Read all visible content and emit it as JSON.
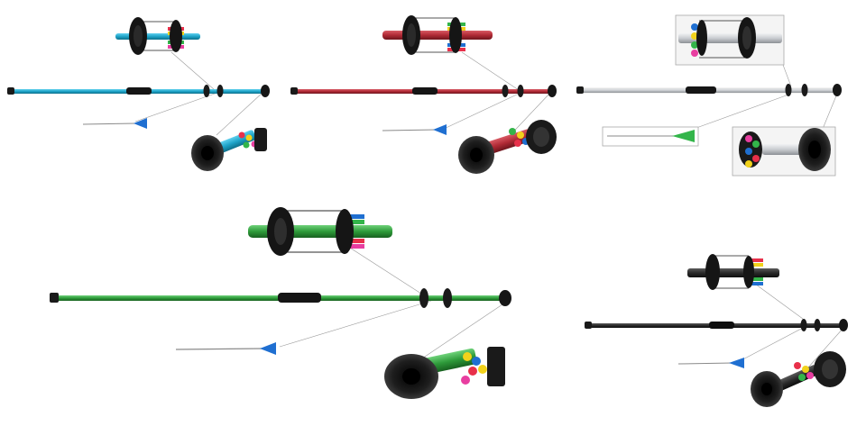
{
  "products": [
    {
      "name": "blowgun-cyan",
      "color": "#1ea3c8",
      "color_dark": "#0d6f8a"
    },
    {
      "name": "blowgun-red",
      "color": "#b02a35",
      "color_dark": "#6e151d"
    },
    {
      "name": "blowgun-silver",
      "color": "#c9ccd0",
      "color_dark": "#8c9095"
    },
    {
      "name": "blowgun-green",
      "color": "#2e9a3a",
      "color_dark": "#17611f"
    },
    {
      "name": "blowgun-black",
      "color": "#2a2a2a",
      "color_dark": "#0d0d0d"
    }
  ],
  "dart_colors": [
    "#e8304a",
    "#f2d21b",
    "#33b54a",
    "#1f6fd1",
    "#e83ea0",
    "#f28a1b"
  ],
  "accent_colors": {
    "dart_tip_blue": "#1f6fd1",
    "dart_tip_green": "#33b54a",
    "mouthpiece": "#161616",
    "callout_line": "#9a9a9a"
  }
}
